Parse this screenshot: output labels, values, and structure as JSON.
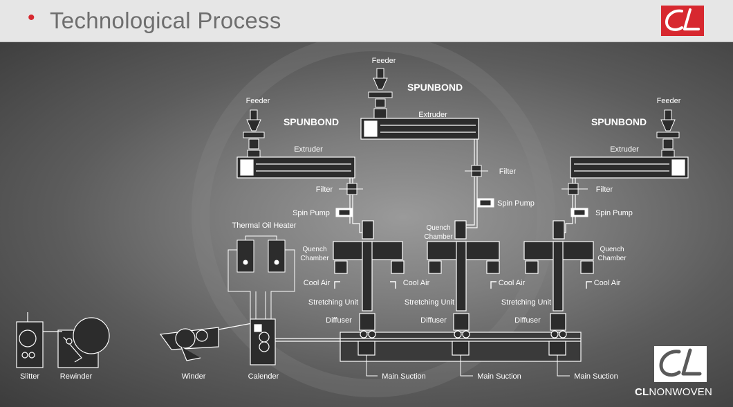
{
  "header": {
    "title": "Technological Process",
    "bullet": "•",
    "bullet_color": "#d7282f",
    "logo_color": "#d7282f"
  },
  "labels": {
    "feeder_left": "Feeder",
    "feeder_center": "Feeder",
    "feeder_right": "Feeder",
    "spunbond_left": "SPUNBOND",
    "spunbond_center": "SPUNBOND",
    "spunbond_right": "SPUNBOND",
    "extruder_left": "Extruder",
    "extruder_center": "Extruder",
    "extruder_right": "Extruder",
    "filter_left": "Filter",
    "filter_center": "Filter",
    "filter_right": "Filter",
    "spin_pump_left": "Spin Pump",
    "spin_pump_center": "Spin Pump",
    "spin_pump_right": "Spin Pump",
    "thermal_oil_heater": "Thermal Oil Heater",
    "quench_left_1": "Quench",
    "quench_left_2": "Chamber",
    "quench_center_1": "Quench",
    "quench_center_2": "Chamber",
    "quench_right_1": "Quench",
    "quench_right_2": "Chamber",
    "cool_air_1": "Cool Air",
    "cool_air_2": "Cool Air",
    "cool_air_3": "Cool Air",
    "cool_air_4": "Cool Air",
    "stretching_left": "Stretching Unit",
    "stretching_center": "Stretching Unit",
    "stretching_right": "Stretching Unit",
    "diffuser_left": "Diffuser",
    "diffuser_center": "Diffuser",
    "diffuser_right": "Diffuser",
    "main_suction_left": "Main Suction",
    "main_suction_center": "Main Suction",
    "main_suction_right": "Main Suction",
    "slitter": "Slitter",
    "rewinder": "Rewinder",
    "winder": "Winder",
    "calender": "Calender"
  },
  "brand": {
    "name_bold": "CL",
    "name_rest": "NONWOVEN"
  }
}
